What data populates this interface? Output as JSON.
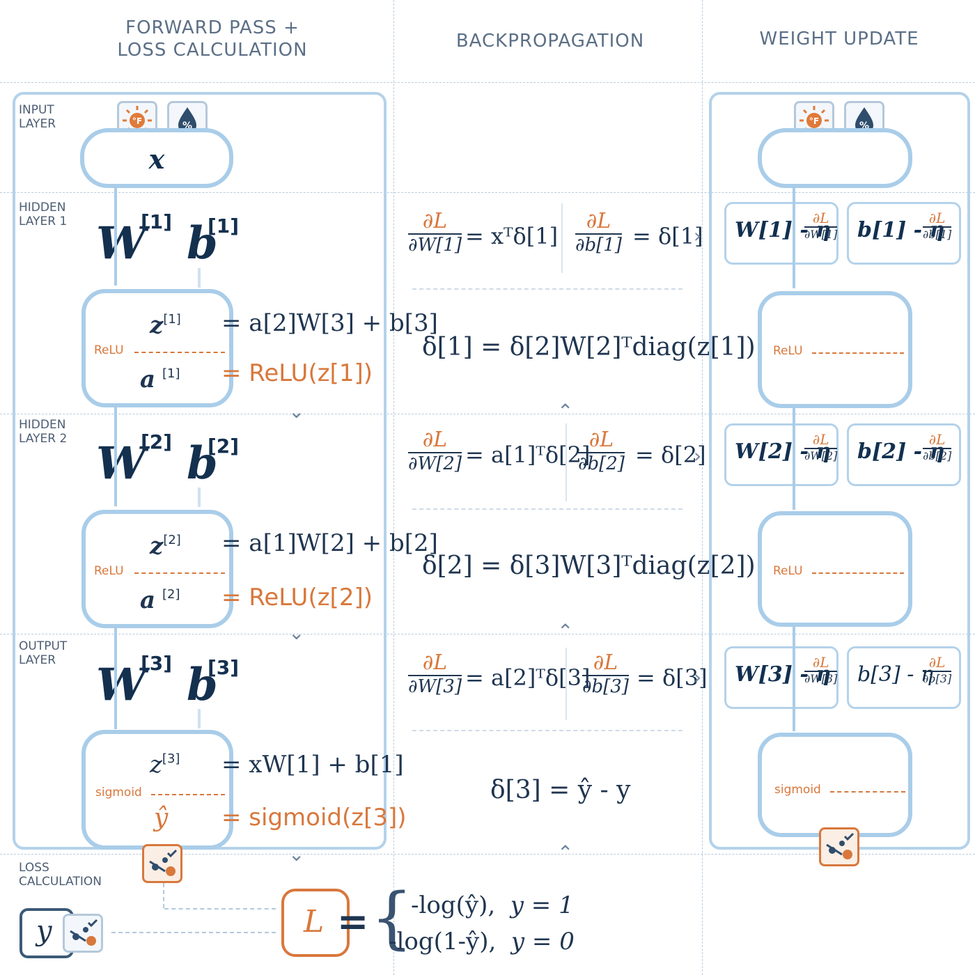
{
  "columns": {
    "forward_title_line1": "FORWARD PASS +",
    "forward_title_line2": "LOSS CALCULATION",
    "backprop_title": "BACKPROPAGATION",
    "update_title": "WEIGHT UPDATE"
  },
  "rows": {
    "input_l1": "INPUT",
    "input_l2": "LAYER",
    "hidden1_l1": "HIDDEN",
    "hidden1_l2": "LAYER 1",
    "hidden2_l1": "HIDDEN",
    "hidden2_l2": "LAYER 2",
    "output_l1": "OUTPUT",
    "output_l2": "LAYER",
    "loss_l1": "LOSS",
    "loss_l2": "CALCULATION"
  },
  "forward": {
    "input_var": "x",
    "temp_icon_label": "°F",
    "humidity_icon_label": "%",
    "weight_sym": "W",
    "bias_sym": "b",
    "layer1_sup": "[1]",
    "layer2_sup": "[2]",
    "layer3_sup": "[3]",
    "relu_label": "ReLU",
    "sigmoid_label": "sigmoid",
    "z_sym": "z",
    "a_sym": "a",
    "yhat_sym": "ŷ",
    "eq1_z": "= a[2]W[3] + b[3]",
    "eq1_a": "= ReLU(z[1])",
    "eq2_z": "= a[1]W[2] + b[2]",
    "eq2_a": "= ReLU(z[2])",
    "eq3_z": "= xW[1] + b[1]",
    "eq3_a": "= sigmoid(z[3])"
  },
  "loss": {
    "y_label": "y",
    "L_label": "L",
    "equals": "=",
    "case1_expr": "-log(ŷ),",
    "case1_cond": "y = 1",
    "case2_expr": "-log(1-ŷ),",
    "case2_cond": "y = 0"
  },
  "backprop": {
    "dL": "∂L",
    "dW1": "∂W[1]",
    "dW2": "∂W[2]",
    "dW3": "∂W[3]",
    "db1": "∂b[1]",
    "db2": "∂b[2]",
    "db3": "∂b[3]",
    "gw1_rhs": "= xᵀδ[1]",
    "gb1_rhs": "= δ[1]",
    "gw2_rhs": "= a[1]ᵀδ[2]",
    "gb2_rhs": "= δ[2]",
    "gw3_rhs": "= a[2]ᵀδ[3]",
    "gb3_rhs": "= δ[3]",
    "delta1": "δ[1] = δ[2]W[2]ᵀdiag(z[1])",
    "delta2": "δ[2] = δ[3]W[3]ᵀdiag(z[2])",
    "delta3": "δ[3] = ŷ - y"
  },
  "update": {
    "w1": "W[1] - η",
    "b1": "b[1] - η",
    "w2": "W[2] - η",
    "b2": "b[2] - η",
    "w3": "W[3] - η",
    "b3": "b[3] - η",
    "dL": "∂L",
    "dW1": "∂W[1]",
    "dW2": "∂W[2]",
    "dW3": "∂W[3]",
    "db1": "∂b[1]",
    "db2": "∂b[2]",
    "db3": "∂b[3]",
    "relu_label": "ReLU",
    "sigmoid_label": "sigmoid"
  },
  "colors": {
    "accent": "#d8783c",
    "navy": "#14304f",
    "light_blue": "#a9cde9"
  }
}
